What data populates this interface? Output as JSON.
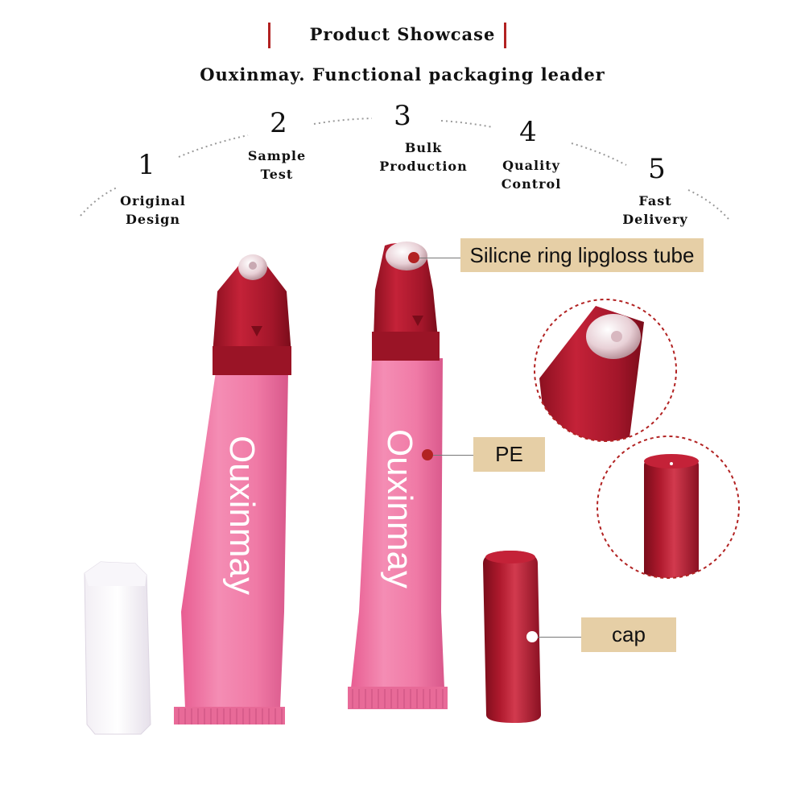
{
  "header": {
    "title": "Product Showcase",
    "subtitle": "Ouxinmay. Functional packaging leader"
  },
  "steps": [
    {
      "number": "1",
      "label": "Original\nDesign"
    },
    {
      "number": "2",
      "label": "Sample\nTest"
    },
    {
      "number": "3",
      "label": "Bulk\nProduction"
    },
    {
      "number": "4",
      "label": "Quality\nControl"
    },
    {
      "number": "5",
      "label": "Fast\nDelivery"
    }
  ],
  "product": {
    "brand_text": "Ouxinmay"
  },
  "callouts": {
    "tube": "Silicne ring lipgloss tube",
    "body": "PE",
    "cap": "cap"
  },
  "colors": {
    "accent_red": "#b22222",
    "tube_pink": "#f07aa6",
    "cap_red": "#a3162a",
    "label_bg": "#e6cfa6"
  }
}
